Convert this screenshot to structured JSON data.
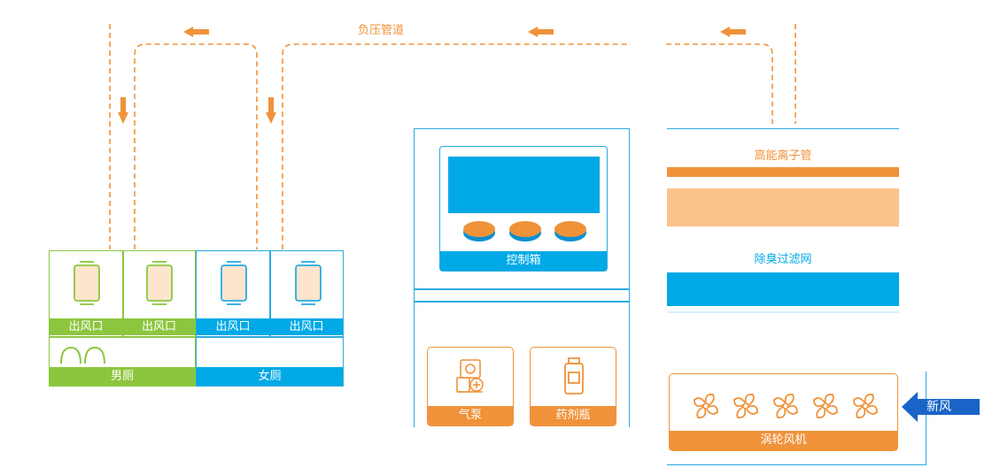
{
  "duct": {
    "label": "负压管道"
  },
  "mens": {
    "outlets": [
      "出风口",
      "出风口"
    ],
    "label": "男厕"
  },
  "womens": {
    "outlets": [
      "出风口",
      "出风口"
    ],
    "label": "女厕"
  },
  "control": {
    "label": "控制箱"
  },
  "pump": {
    "label": "气泵"
  },
  "bottle": {
    "label": "药剂瓶"
  },
  "ion": {
    "label": "高能离子管"
  },
  "filter": {
    "label": "除臭过滤网"
  },
  "turbine": {
    "label": "涡轮风机"
  },
  "fresh_air": {
    "label": "新风"
  },
  "colors": {
    "orange": "#f0923a",
    "light_orange": "#f9c38a",
    "blue": "#00a9e6",
    "green": "#8cc63f",
    "teal_border": "#29abe2"
  }
}
